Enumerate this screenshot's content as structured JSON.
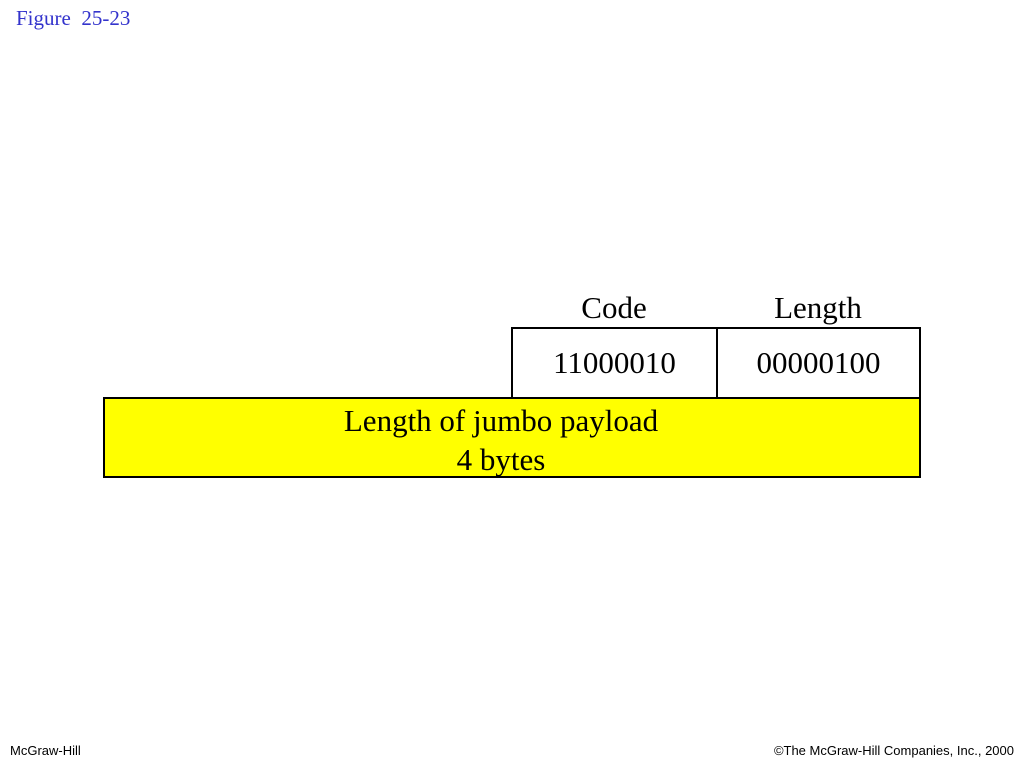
{
  "figure_title": "Figure  25-23",
  "diagram": {
    "code_label": "Code",
    "length_label": "Length",
    "code_value": "11000010",
    "length_value": "00000100",
    "payload_line1": "Length of jumbo payload",
    "payload_line2": "4 bytes",
    "payload_fill": "#ffff00"
  },
  "footer": {
    "left": "McGraw-Hill",
    "right": "©The McGraw-Hill Companies, Inc., 2000"
  },
  "colors": {
    "title": "#3333cc",
    "border": "#000000"
  }
}
